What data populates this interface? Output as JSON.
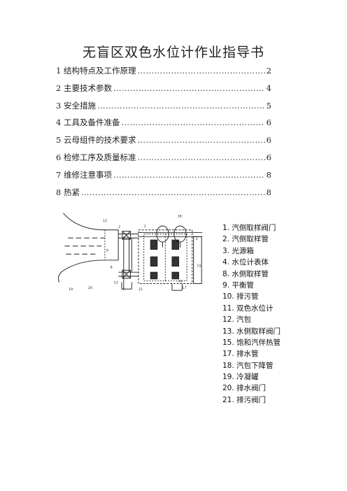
{
  "document": {
    "title": "无盲区双色水位计作业指导书",
    "toc": [
      {
        "label": "1 结构特点及工作原理",
        "page": "2"
      },
      {
        "label": "2 主要技术参数",
        "page": "4"
      },
      {
        "label": "3 安全措施",
        "page": "5"
      },
      {
        "label": "4 工具及备件准备",
        "page": "6"
      },
      {
        "label": "5 云母组件的技术要求",
        "page": "6"
      },
      {
        "label": "6 检修工序及质量标准",
        "page": "6"
      },
      {
        "label": "7 维修注意事项",
        "page": "8"
      },
      {
        "label": "8 热紧",
        "page": "8"
      }
    ],
    "legend": [
      "1. 汽侧取样阀门",
      "2. 汽侧取样管",
      "3. 光源箱",
      "4. 水位计表体",
      "8. 水侧取样管",
      "9. 平衡管",
      "10. 排污管",
      "11. 双色水位计",
      "12. 汽包",
      "13. 水侧取样阀门",
      "15. 饱和汽伴热管",
      "17. 排水管",
      "18. 汽包下降管",
      "19. 冷凝罐",
      "20. 排水阀门",
      "21. 排污阀门"
    ],
    "diagram_callouts": [
      "12",
      "2",
      "1",
      "18",
      "3",
      "9",
      "8",
      "15",
      "13",
      "21",
      "20",
      "10",
      "17",
      "19"
    ]
  }
}
